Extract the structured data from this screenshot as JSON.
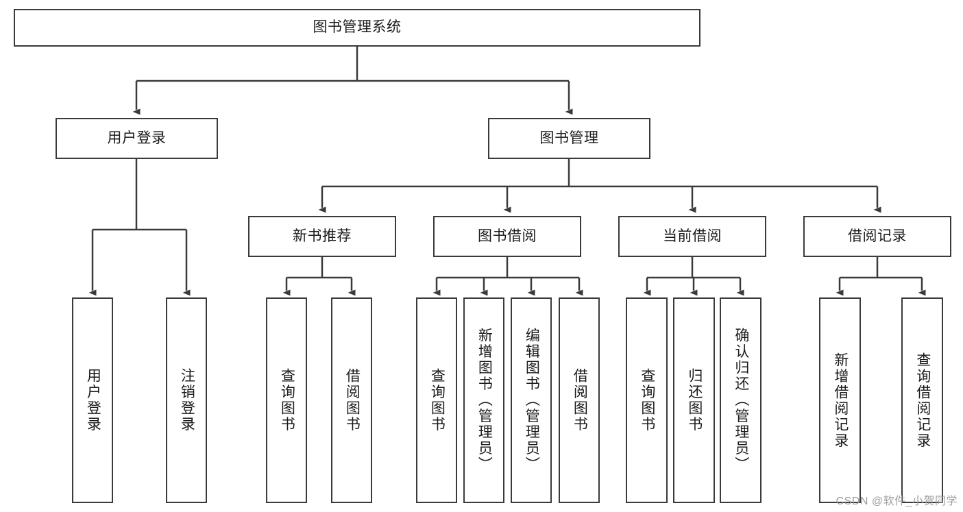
{
  "diagram": {
    "title": "图书管理系统",
    "type": "tree",
    "root": {
      "label": "图书管理系统"
    },
    "level2": [
      {
        "id": "user-login",
        "label": "用户登录"
      },
      {
        "id": "book-manage",
        "label": "图书管理"
      }
    ],
    "level3": [
      {
        "id": "new-book-recommend",
        "label": "新书推荐",
        "parent": "book-manage"
      },
      {
        "id": "book-borrow",
        "label": "图书借阅",
        "parent": "book-manage"
      },
      {
        "id": "current-borrow",
        "label": "当前借阅",
        "parent": "book-manage"
      },
      {
        "id": "borrow-record",
        "label": "借阅记录",
        "parent": "book-manage"
      }
    ],
    "leaves": {
      "user_login": [
        {
          "id": "leaf-user-login",
          "label": "用户登录"
        },
        {
          "id": "leaf-logout-login",
          "label": "注销登录"
        }
      ],
      "new_book_recommend": [
        {
          "id": "leaf-query-book-1",
          "label": "查询图书"
        },
        {
          "id": "leaf-borrow-book-1",
          "label": "借阅图书"
        }
      ],
      "book_borrow": [
        {
          "id": "leaf-query-book-2",
          "label": "查询图书"
        },
        {
          "id": "leaf-add-book",
          "label": "新增图书（管理员）"
        },
        {
          "id": "leaf-edit-book",
          "label": "编辑图书（管理员）"
        },
        {
          "id": "leaf-borrow-book-2",
          "label": "借阅图书"
        }
      ],
      "current_borrow": [
        {
          "id": "leaf-query-book-3",
          "label": "查询图书"
        },
        {
          "id": "leaf-return-book",
          "label": "归还图书"
        },
        {
          "id": "leaf-confirm-return",
          "label": "确认归还（管理员）"
        }
      ],
      "borrow_record": [
        {
          "id": "leaf-add-record",
          "label": "新增借阅记录"
        },
        {
          "id": "leaf-query-record",
          "label": "查询借阅记录"
        }
      ]
    }
  },
  "watermark": {
    "text": "CSDN @软件_小贺同学"
  },
  "colors": {
    "stroke": "#3a3a3a",
    "background": "#ffffff",
    "text": "#1a1a1a",
    "watermark": "#9d9d9d"
  }
}
